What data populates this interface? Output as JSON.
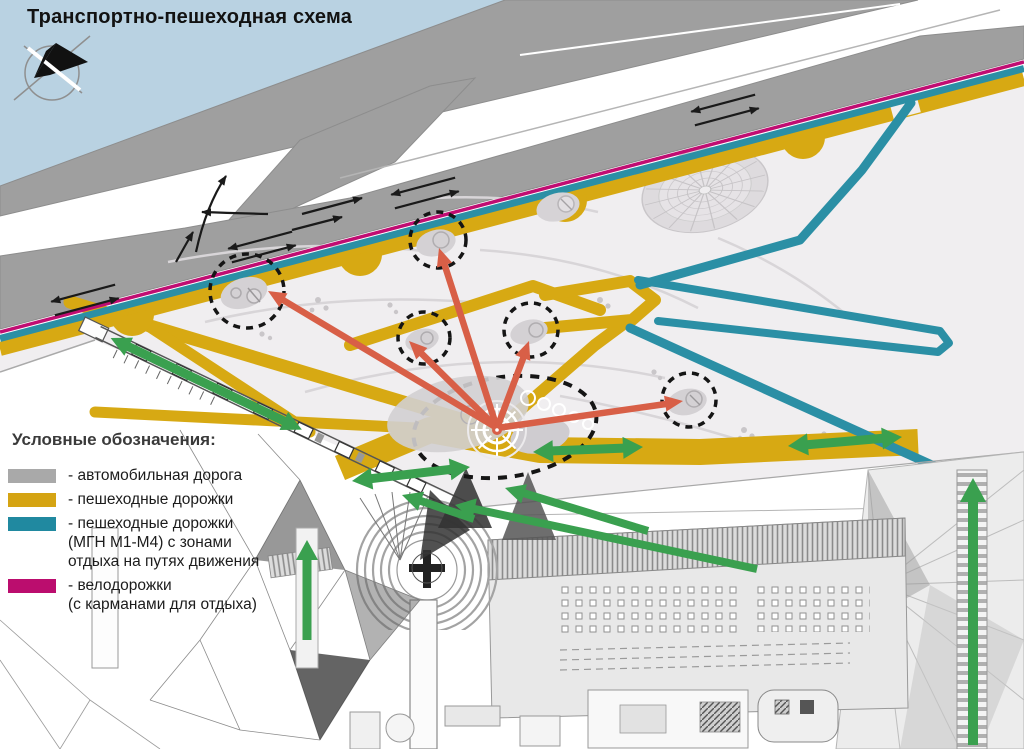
{
  "title": "Транспортно-пешеходная схема",
  "legend": {
    "heading": "Условные обозначения:",
    "items": [
      {
        "id": "road",
        "color": "#a9a9a9",
        "lines": [
          "- автомобильная дорога"
        ]
      },
      {
        "id": "pedestrian-paths",
        "color": "#d5a413",
        "lines": [
          "- пешеходные дорожки"
        ]
      },
      {
        "id": "mgn-paths",
        "color": "#2089a0",
        "lines": [
          "- пешеходные дорожки",
          "(МГН М1-М4) с зонами",
          "отдыха на путях движения"
        ]
      },
      {
        "id": "bike-paths",
        "color": "#bb0d6e",
        "lines": [
          "- велодорожки",
          "(с карманами для отдыха)"
        ]
      }
    ]
  },
  "colors": {
    "water": "#b9d2e2",
    "road": "#9f9f9f",
    "plaza": "#f0eef0",
    "pedestrian_yellow": "#d7a913",
    "mgn_teal": "#2b8fa5",
    "bike_magenta": "#c00d72",
    "flow_red": "#d85f47",
    "flow_green": "#3aa04f",
    "ink": "#1a1a1a"
  },
  "icons": {
    "north_compass": "crossed-circle-north-arrow"
  }
}
